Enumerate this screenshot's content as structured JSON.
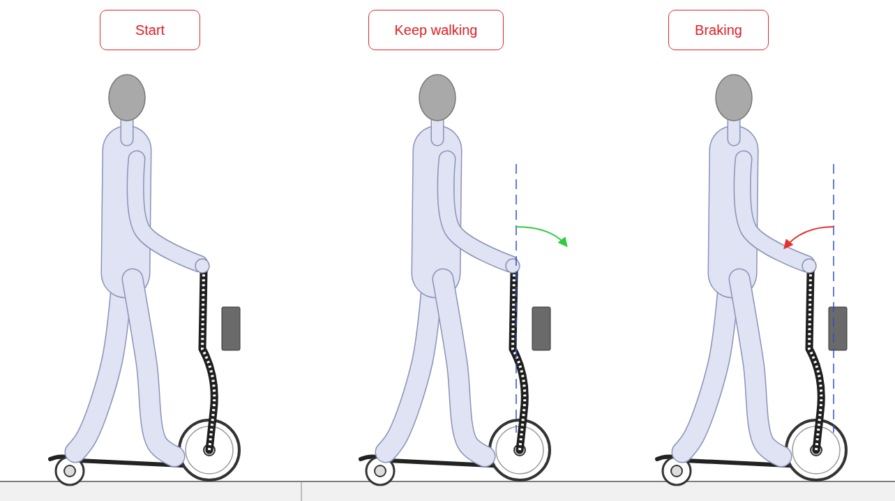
{
  "diagram": {
    "nodes": [
      {
        "text": [
          "Start"
        ]
      },
      {
        "text": [
          "Keep walking"
        ]
      },
      {
        "text": [
          "Braking"
        ]
      }
    ]
  }
}
